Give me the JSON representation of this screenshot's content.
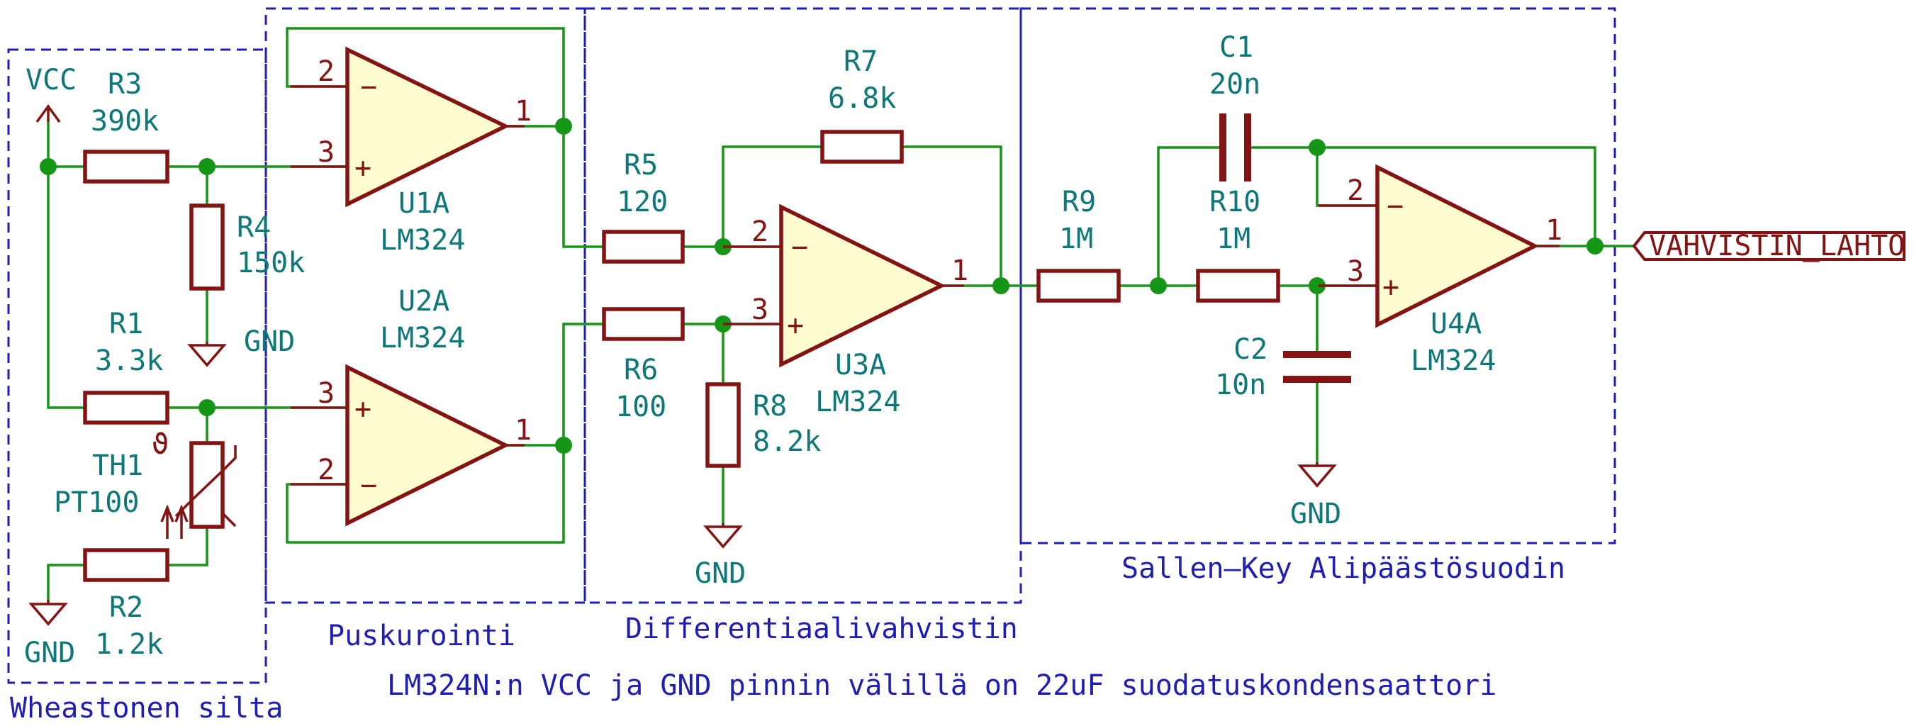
{
  "sections": {
    "bridge": "Wheastonen silta",
    "buffer": "Puskurointi",
    "diffamp": "Differentiaalivahvistin",
    "filter": "Sallen–Key Alipäästösuodin"
  },
  "note": "LM324N:n VCC ja GND pinnin välillä on 22uF suodatuskondensaattori",
  "power": {
    "vcc": "VCC",
    "gnd": "GND"
  },
  "output_label": "VAHVISTIN_LAHTO",
  "components": {
    "R1": {
      "ref": "R1",
      "value": "3.3k"
    },
    "R2": {
      "ref": "R2",
      "value": "1.2k"
    },
    "R3": {
      "ref": "R3",
      "value": "390k"
    },
    "R4": {
      "ref": "R4",
      "value": "150k"
    },
    "R5": {
      "ref": "R5",
      "value": "120"
    },
    "R6": {
      "ref": "R6",
      "value": "100"
    },
    "R7": {
      "ref": "R7",
      "value": "6.8k"
    },
    "R8": {
      "ref": "R8",
      "value": "8.2k"
    },
    "R9": {
      "ref": "R9",
      "value": "1M"
    },
    "R10": {
      "ref": "R10",
      "value": "1M"
    },
    "C1": {
      "ref": "C1",
      "value": "20n"
    },
    "C2": {
      "ref": "C2",
      "value": "10n"
    },
    "TH1": {
      "ref": "TH1",
      "value": "PT100"
    },
    "U1A": {
      "ref": "U1A",
      "value": "LM324"
    },
    "U2A": {
      "ref": "U2A",
      "value": "LM324"
    },
    "U3A": {
      "ref": "U3A",
      "value": "LM324"
    },
    "U4A": {
      "ref": "U4A",
      "value": "LM324"
    }
  },
  "pins": {
    "out": "1",
    "inv": "2",
    "noninv": "3",
    "minus": "−",
    "plus": "+"
  },
  "thermistor_symbol": "ϑ",
  "colors": {
    "wire": "#169616",
    "component": "#841414",
    "reference_text": "#0e7878",
    "frame": "#1e1eb4",
    "opamp_fill": "#fffdd0"
  }
}
